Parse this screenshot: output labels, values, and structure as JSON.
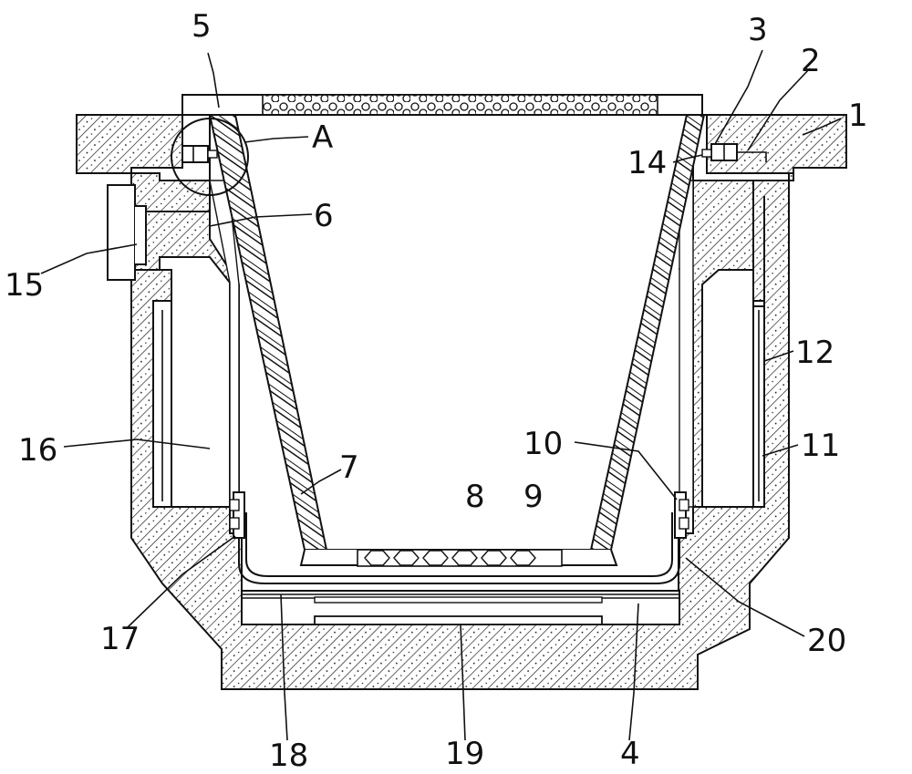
{
  "labels": {
    "l1": "1",
    "l2": "2",
    "l3": "3",
    "l4": "4",
    "l5": "5",
    "l6": "6",
    "l7": "7",
    "l8": "8",
    "l9": "9",
    "l10": "10",
    "l11": "11",
    "l12": "12",
    "l14": "14",
    "l15": "15",
    "l16": "16",
    "l17": "17",
    "l18": "18",
    "l19": "19",
    "l20": "20",
    "lA": "A"
  }
}
